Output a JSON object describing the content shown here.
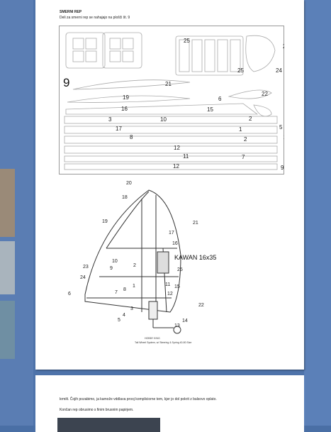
{
  "page1": {
    "heading": "SMERNI REP",
    "subheading": "Deli za smerni rep se nahajajo na plošči št. 9",
    "sheet_number": "9",
    "part_numbers": [
      "25",
      "23",
      "24",
      "24",
      "21",
      "19",
      "6",
      "16",
      "15",
      "22",
      "20",
      "3",
      "10",
      "2",
      "17",
      "5",
      "4",
      "1",
      "8",
      "14",
      "13",
      "12",
      "11",
      "7",
      "18",
      "12",
      "9",
      "25"
    ]
  },
  "drawing": {
    "labels": [
      "20",
      "18",
      "19",
      "21",
      "17",
      "16",
      "10",
      "9",
      "2",
      "25",
      "23",
      "24",
      "6",
      "7",
      "8",
      "1",
      "11",
      "15",
      "12",
      "3",
      "22",
      "5",
      "4",
      "14",
      "13"
    ],
    "servo_label": "KAWAN 16x35",
    "caption_line1": "HOBBY KING",
    "caption_line2": "Tail Wheel System, w/ Steering & Spring 40-80 Size"
  },
  "page2": {
    "text1": "krmilt. Čojih pozabimo, ja kamože vddlava prooj kompliciorne tem, kjer jo dol pokrit z balsovo oplato.",
    "text2": "Končan rep obrusimo s finim brusnim papirjem."
  }
}
